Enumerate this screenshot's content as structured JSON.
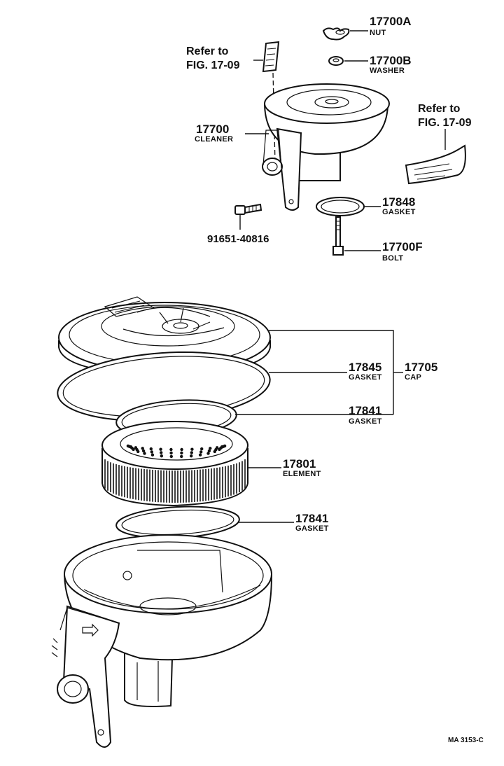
{
  "refs": [
    {
      "line1": "Refer to",
      "line2": "FIG. 17-09"
    },
    {
      "line1": "Refer to",
      "line2": "FIG. 17-09"
    }
  ],
  "parts": [
    {
      "number": "17700A",
      "name": "NUT"
    },
    {
      "number": "17700B",
      "name": "WASHER"
    },
    {
      "number": "17700",
      "name": "CLEANER"
    },
    {
      "number": "17848",
      "name": "GASKET"
    },
    {
      "number": "91651-40816",
      "name": ""
    },
    {
      "number": "17700F",
      "name": "BOLT"
    },
    {
      "number": "17845",
      "name": "GASKET"
    },
    {
      "number": "17705",
      "name": "CAP"
    },
    {
      "number": "17841",
      "name": "GASKET"
    },
    {
      "number": "17801",
      "name": "ELEMENT"
    },
    {
      "number": "17841",
      "name": "GASKET"
    }
  ],
  "figure_code": "MA 3153-C"
}
